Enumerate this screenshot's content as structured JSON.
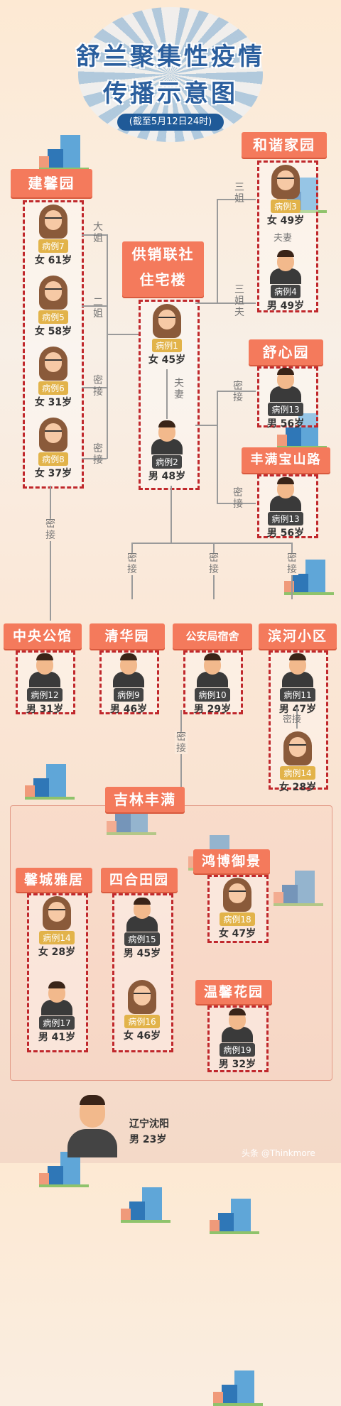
{
  "title": {
    "line1": "舒兰聚集性疫情",
    "line2": "传播示意图",
    "subtitle": "(截至5月12日24时)"
  },
  "locations": {
    "jianxin": "建馨园",
    "gongxiao": "供销联社\n住宅楼",
    "hexie": "和谐家园",
    "shuxin": "舒心园",
    "fengman_baoshan": "丰满宝山路",
    "zhongyang": "中央公馆",
    "qinghua": "清华园",
    "gonganju": "公安局宿舍",
    "binhe": "滨河小区",
    "jilin_fengman": "吉林丰满",
    "xincheng": "馨城雅居",
    "sihe": "四合田园",
    "hongbo": "鸿博御景",
    "wenxin": "温馨花园"
  },
  "relations": {
    "dajie": "大姐",
    "erjie": "二姐",
    "sanjie": "三姐",
    "sanjiefu": "三姐夫",
    "fuqi": "夫妻",
    "mijie": "密接"
  },
  "cases": {
    "c7": {
      "label": "病例7",
      "info": "女 61岁",
      "gender": "f"
    },
    "c5": {
      "label": "病例5",
      "info": "女 58岁",
      "gender": "f"
    },
    "c6": {
      "label": "病例6",
      "info": "女 31岁",
      "gender": "f"
    },
    "c8": {
      "label": "病例8",
      "info": "女 37岁",
      "gender": "f"
    },
    "c1": {
      "label": "病例1",
      "info": "女 45岁",
      "gender": "f"
    },
    "c2": {
      "label": "病例2",
      "info": "男 48岁",
      "gender": "m"
    },
    "c3": {
      "label": "病例3",
      "info": "女 49岁",
      "gender": "f"
    },
    "c4": {
      "label": "病例4",
      "info": "男 49岁",
      "gender": "m"
    },
    "c13a": {
      "label": "病例13",
      "info": "男 56岁",
      "gender": "m"
    },
    "c13b": {
      "label": "病例13",
      "info": "男 56岁",
      "gender": "m"
    },
    "c12": {
      "label": "病例12",
      "info": "男 31岁",
      "gender": "m"
    },
    "c9": {
      "label": "病例9",
      "info": "男 46岁",
      "gender": "m"
    },
    "c10": {
      "label": "病例10",
      "info": "男 29岁",
      "gender": "m"
    },
    "c11": {
      "label": "病例11",
      "info": "男 47岁",
      "gender": "m"
    },
    "c14": {
      "label": "病例14",
      "info": "女 28岁",
      "gender": "f"
    },
    "c14b": {
      "label": "病例14",
      "info": "女 28岁",
      "gender": "f"
    },
    "c17": {
      "label": "病例17",
      "info": "男 41岁",
      "gender": "m"
    },
    "c15": {
      "label": "病例15",
      "info": "男 45岁",
      "gender": "m"
    },
    "c16": {
      "label": "病例16",
      "info": "女 46岁",
      "gender": "f"
    },
    "c18": {
      "label": "病例18",
      "info": "女 47岁",
      "gender": "f"
    },
    "c19": {
      "label": "病例19",
      "info": "男 32岁",
      "gender": "m"
    }
  },
  "bottom": {
    "place": "辽宁沈阳",
    "info": "男 23岁"
  },
  "watermark": "头条 @Thinkmore",
  "colors": {
    "label_bg": "#f47a5c",
    "dash": "#c0282c",
    "title": "#2b5f9e"
  }
}
